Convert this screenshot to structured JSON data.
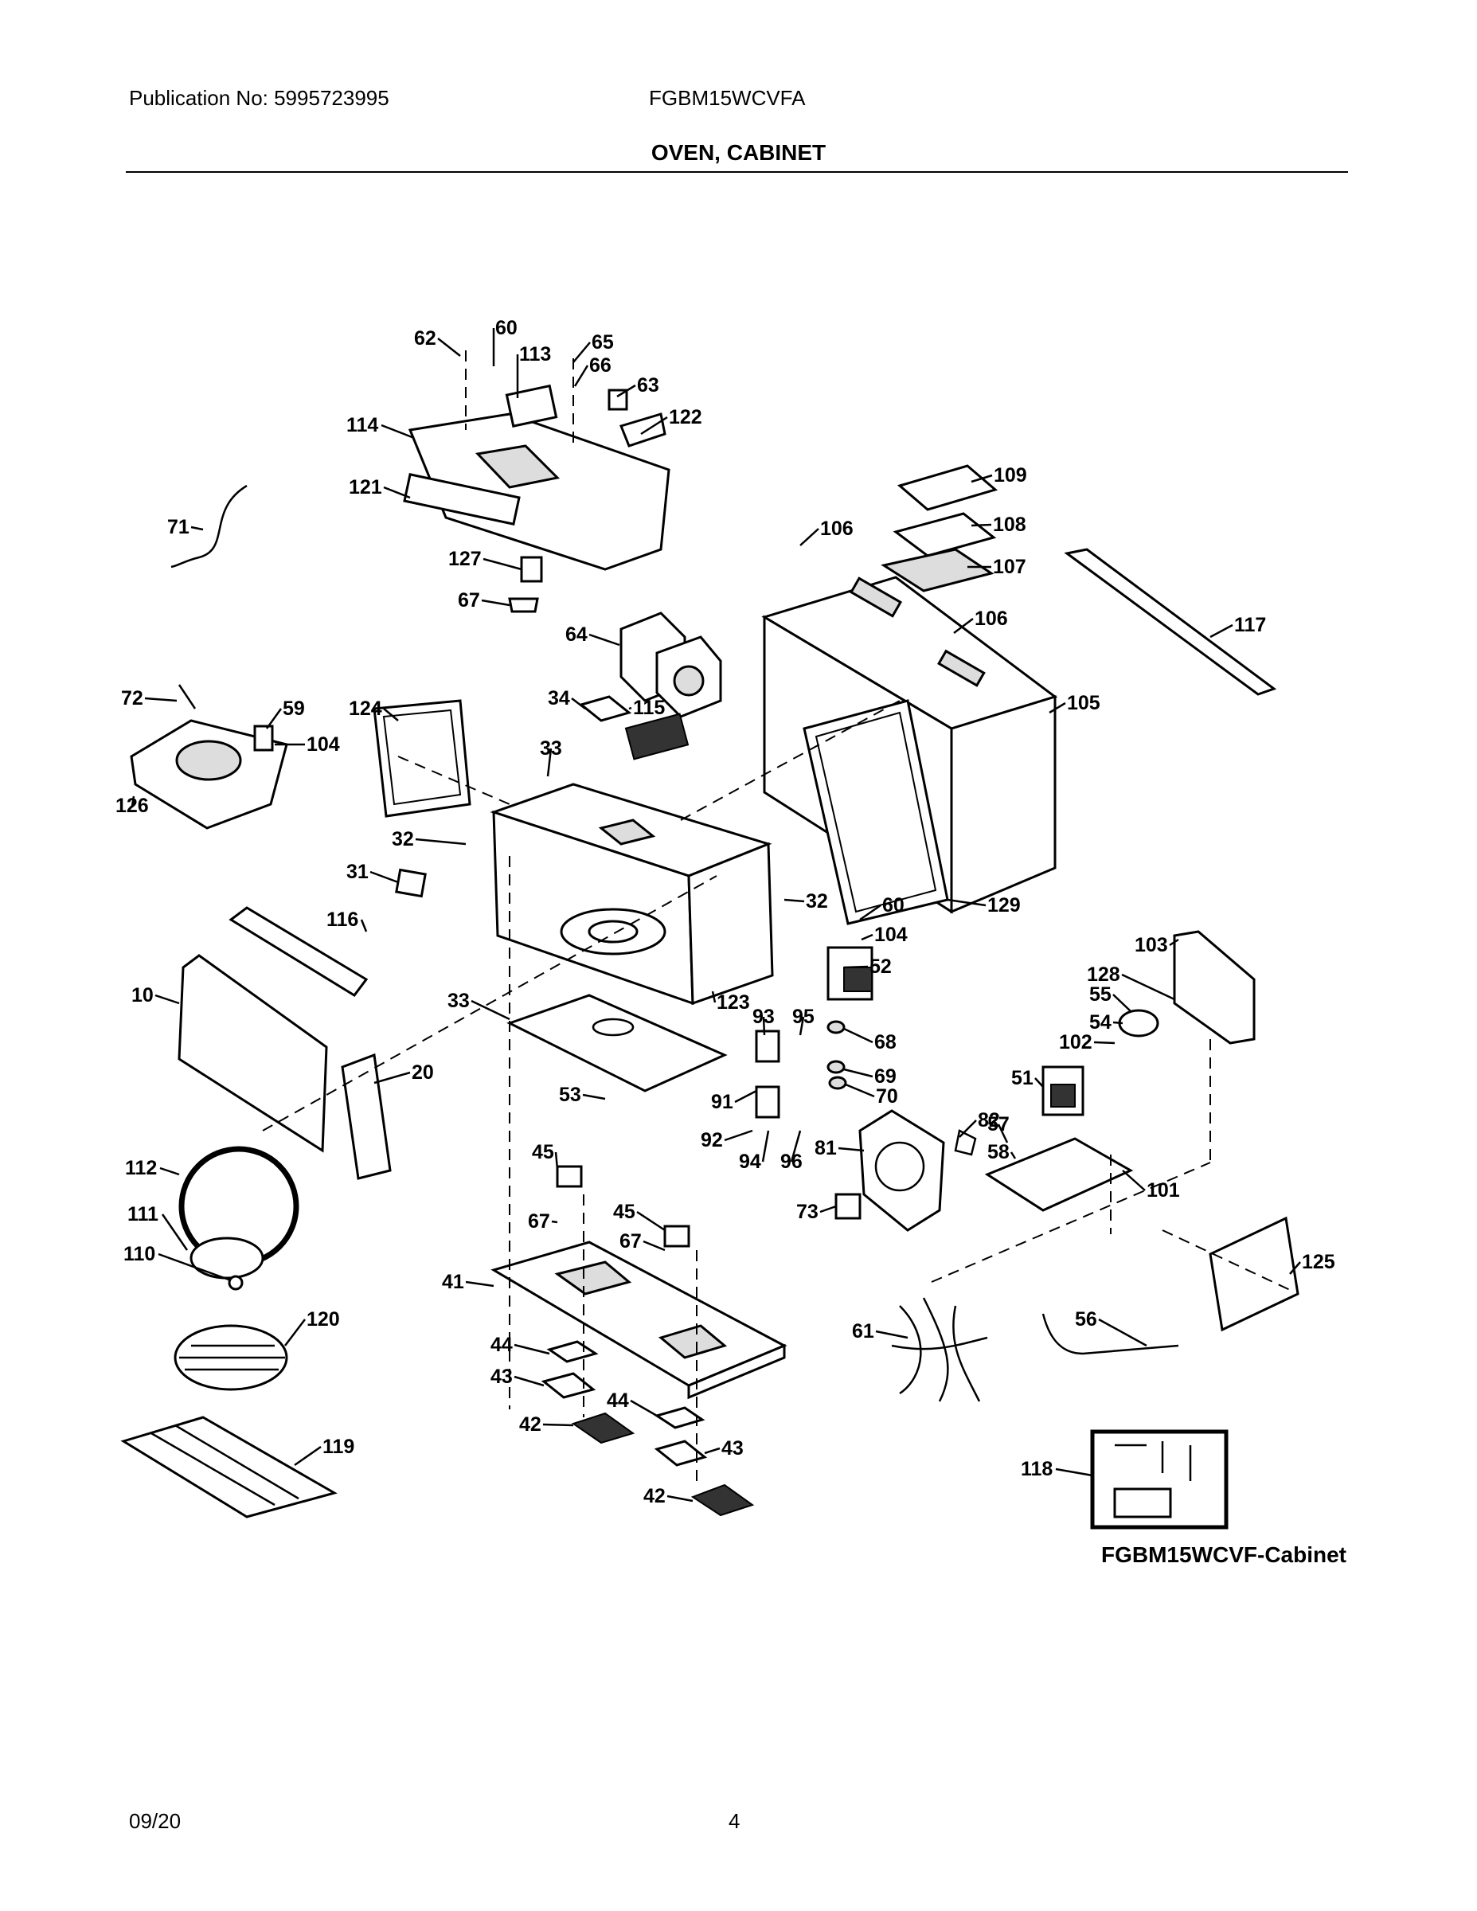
{
  "header": {
    "publication": "Publication No: 5995723995",
    "model": "FGBM15WCVFA",
    "section_title": "OVEN, CABINET"
  },
  "diagram": {
    "caption": "FGBM15WCVF-Cabinet",
    "callouts": [
      "60",
      "62",
      "113",
      "65",
      "66",
      "63",
      "122",
      "114",
      "121",
      "127",
      "67",
      "71",
      "109",
      "108",
      "107",
      "106",
      "106",
      "117",
      "64",
      "34",
      "115",
      "72",
      "59",
      "104",
      "124",
      "33",
      "105",
      "126",
      "32",
      "31",
      "116",
      "32",
      "60",
      "104",
      "52",
      "129",
      "10",
      "33",
      "123",
      "93",
      "95",
      "68",
      "103",
      "128",
      "55",
      "54",
      "102",
      "20",
      "69",
      "70",
      "91",
      "51",
      "53",
      "82",
      "57",
      "58",
      "92",
      "94",
      "96",
      "81",
      "45",
      "101",
      "73",
      "112",
      "67",
      "45",
      "67",
      "125",
      "111",
      "110",
      "41",
      "61",
      "56",
      "120",
      "44",
      "43",
      "44",
      "42",
      "43",
      "119",
      "118",
      "42"
    ]
  },
  "footer": {
    "date": "09/20",
    "page": "4"
  }
}
